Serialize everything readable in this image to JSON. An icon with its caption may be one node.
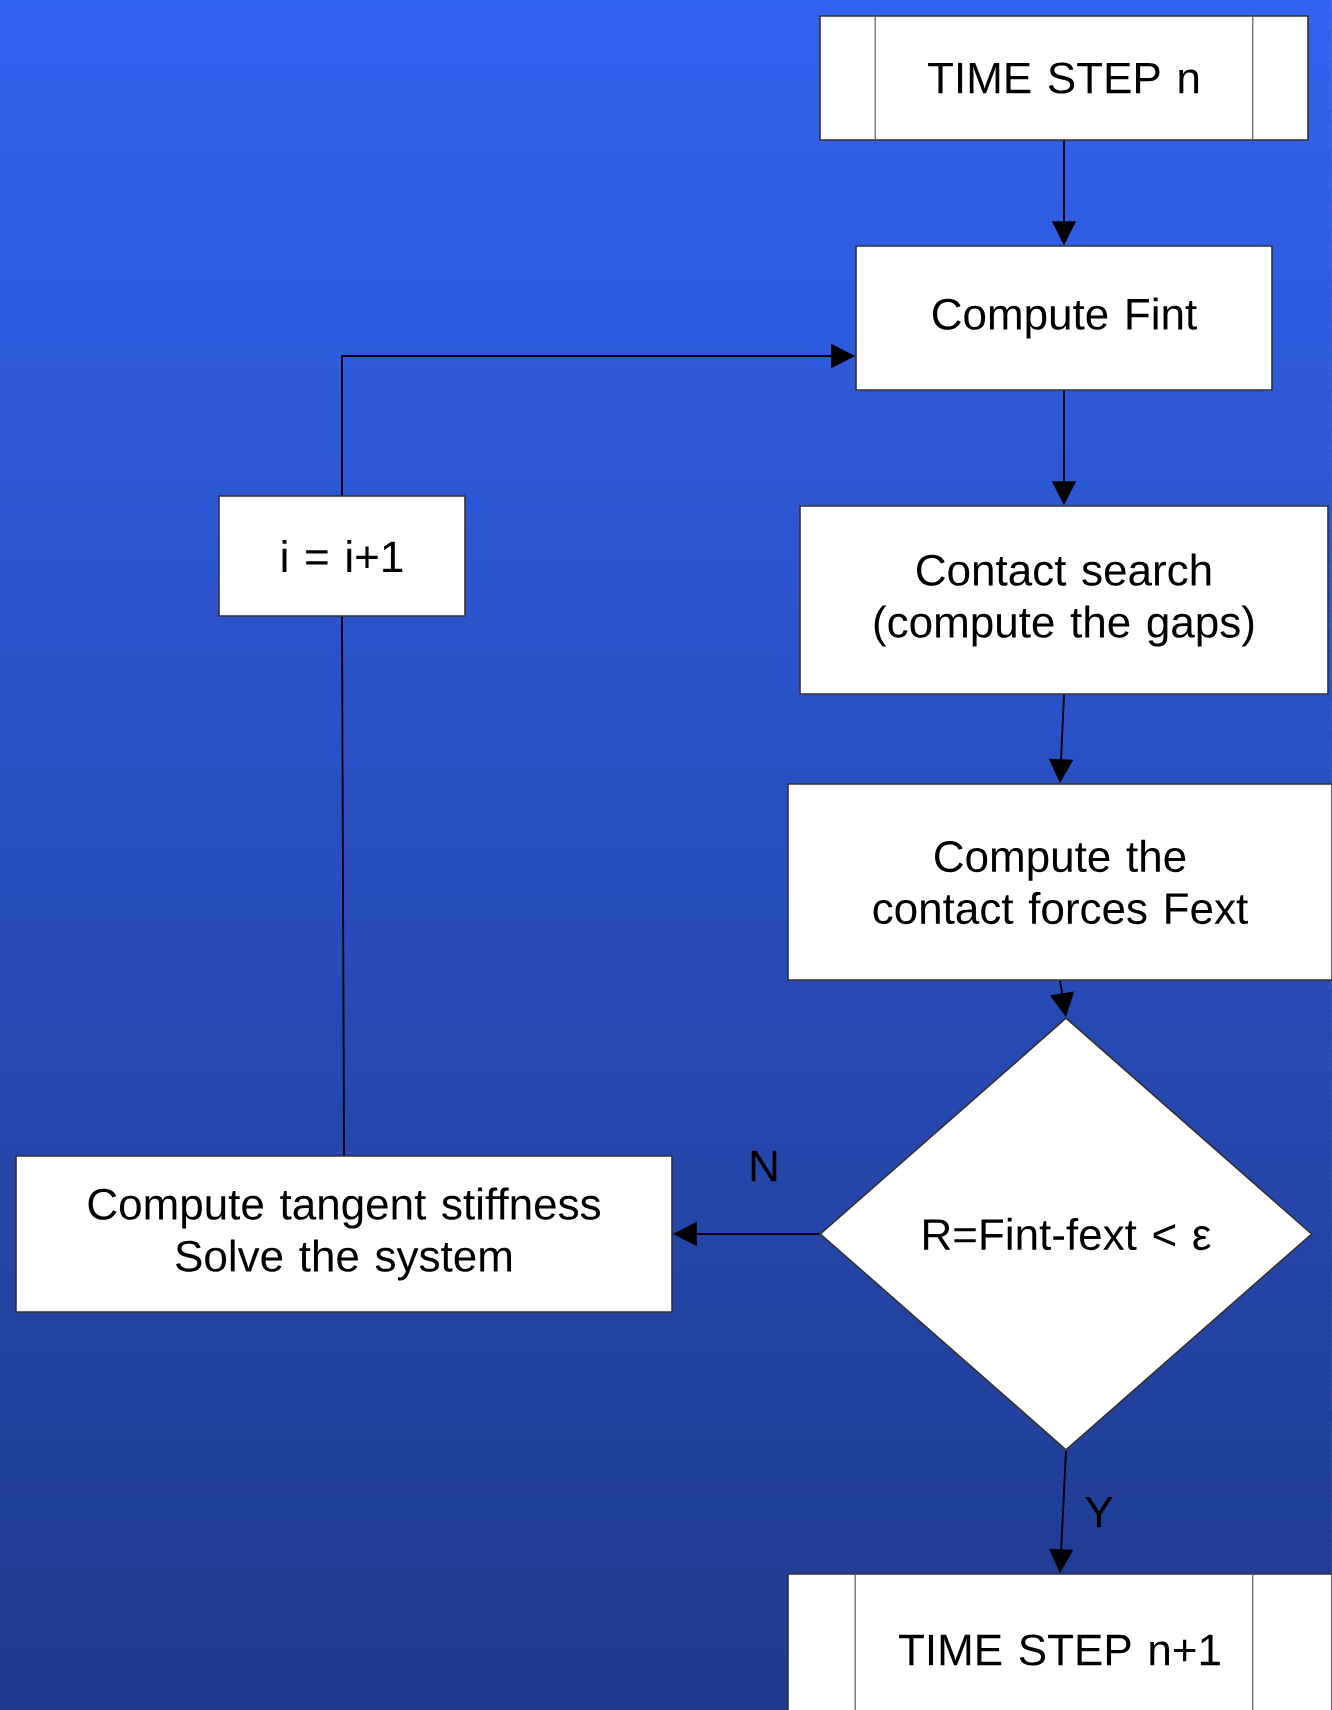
{
  "diagram": {
    "nodes": [
      {
        "text": [
          "TIME STEP n"
        ]
      },
      {
        "text": [
          "Compute Fint"
        ]
      },
      {
        "text": [
          "i = i+1"
        ]
      },
      {
        "text": [
          "Contact search (compute the gaps)"
        ]
      },
      {
        "text": [
          "Compute the contact forces Fext"
        ]
      },
      {
        "text": [
          "Compute tangent stiffness Solve the system"
        ]
      },
      {
        "text": [
          "R=Fint-fext < ε"
        ]
      },
      {
        "text": [
          "TIME STEP n+1"
        ]
      }
    ],
    "edges": [
      {
        "from": 0,
        "to": 1,
        "arrow": "to"
      },
      {
        "from": 1,
        "to": 3,
        "arrow": "to"
      },
      {
        "from": 3,
        "to": 4,
        "arrow": "to"
      },
      {
        "from": 4,
        "to": 6,
        "arrow": "to"
      },
      {
        "from": 6,
        "to": 5,
        "arrow": "to",
        "label": "N"
      },
      {
        "from": 6,
        "to": 7,
        "arrow": "to",
        "label": "Y"
      },
      {
        "from": 5,
        "to": 2,
        "arrow": "none"
      },
      {
        "from": 2,
        "to": 1,
        "arrow": "to"
      }
    ]
  }
}
